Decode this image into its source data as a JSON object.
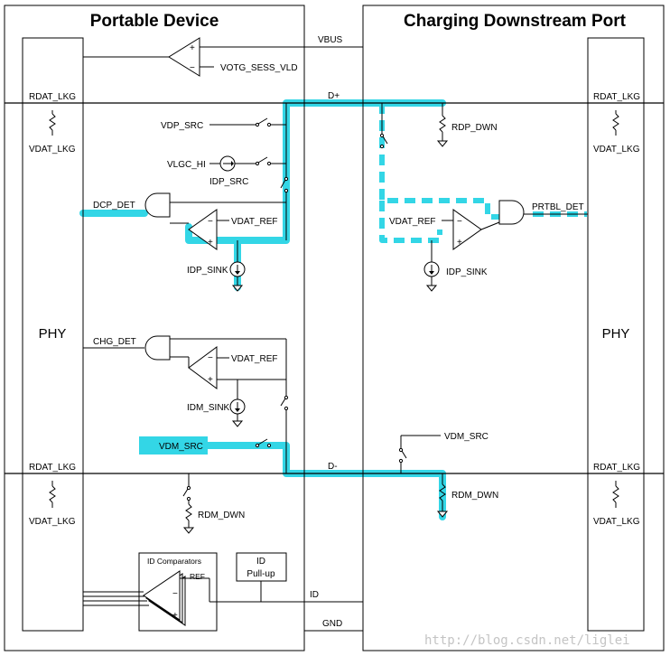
{
  "titles": {
    "left": "Portable Device",
    "right": "Charging Downstream Port"
  },
  "phy": {
    "left": "PHY",
    "right": "PHY"
  },
  "signals": {
    "vbus": "VBUS",
    "dplus": "D+",
    "dminus": "D-",
    "id": "ID",
    "gnd": "GND"
  },
  "left_labels": {
    "votg_sess_vld": "VOTG_SESS_VLD",
    "rdat_lkg_top": "RDAT_LKG",
    "vdat_lkg_top": "VDAT_LKG",
    "vdp_src": "VDP_SRC",
    "vlgc_hi": "VLGC_HI",
    "idp_src": "IDP_SRC",
    "dcp_det": "DCP_DET",
    "vdat_ref_1": "VDAT_REF",
    "idp_sink": "IDP_SINK",
    "chg_det": "CHG_DET",
    "vdat_ref_2": "VDAT_REF",
    "idm_sink": "IDM_SINK",
    "vdm_src": "VDM_SRC",
    "rdat_lkg_bot": "RDAT_LKG",
    "vdat_lkg_bot": "VDAT_LKG",
    "rdm_dwn": "RDM_DWN",
    "id_comparators": "ID Comparators",
    "ref": "REF",
    "minus": "−",
    "plus": "+",
    "id_pullup_l1": "ID",
    "id_pullup_l2": "Pull-up"
  },
  "right_labels": {
    "rdat_lkg_top": "RDAT_LKG",
    "vdat_lkg_top": "VDAT_LKG",
    "rdp_dwn": "RDP_DWN",
    "vdat_ref": "VDAT_REF",
    "prtbl_det": "PRTBL_DET",
    "idp_sink": "IDP_SINK",
    "vdm_src": "VDM_SRC",
    "rdm_dwn": "RDM_DWN",
    "rdat_lkg_bot": "RDAT_LKG",
    "vdat_lkg_bot": "VDAT_LKG"
  },
  "watermark": "http://blog.csdn.net/liglei",
  "colors": {
    "highlight": "#33d6e6",
    "wire": "#000000"
  }
}
